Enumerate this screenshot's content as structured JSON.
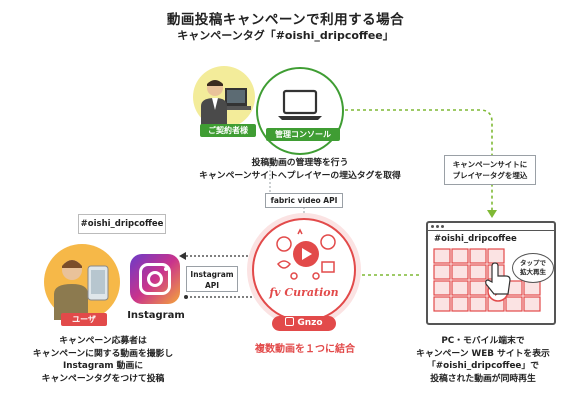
{
  "title": {
    "line1": "動画投稿キャンペーンで利用する場合",
    "line2": "キャンペーンタグ「#oishi_dripcoffee」"
  },
  "client": {
    "badge": "ご契約者様",
    "console_label": "管理コンソール",
    "description": [
      "投稿動画の管理等を行う",
      "キャンペーンサイトへプレイヤーの埋込タグを取得"
    ]
  },
  "api_box": "fabric video API",
  "embed_note": [
    "キャンペーンサイトに",
    "プレイヤータグを埋込"
  ],
  "user": {
    "hashtag_bubble": "#oishi_dripcoffee",
    "badge": "ユーザ",
    "instagram_label": "Instagram",
    "description": [
      "キャンペーン応募者は",
      "キャンペーンに関する動画を撮影し",
      "Instagram 動画に",
      "キャンペーンタグをつけて投稿"
    ]
  },
  "instagram_api": [
    "Instagram",
    "API"
  ],
  "center": {
    "brand": "fv Curation",
    "gnzo_logo": "Gnzo",
    "caption": "複数動画を１つに結合"
  },
  "site": {
    "hashtag": "#oishi_dripcoffee",
    "tap_note": [
      "タップで",
      "拡大再生"
    ],
    "description": [
      "PC・モバイル端末で",
      "キャンペーン WEB サイトを表示",
      "「#oishi_dripcoffee」で",
      "投稿された動画が同時再生"
    ]
  },
  "colors": {
    "green": "#3f9d33",
    "coral": "#e24a4a",
    "dashed_line": "#7fb935"
  }
}
